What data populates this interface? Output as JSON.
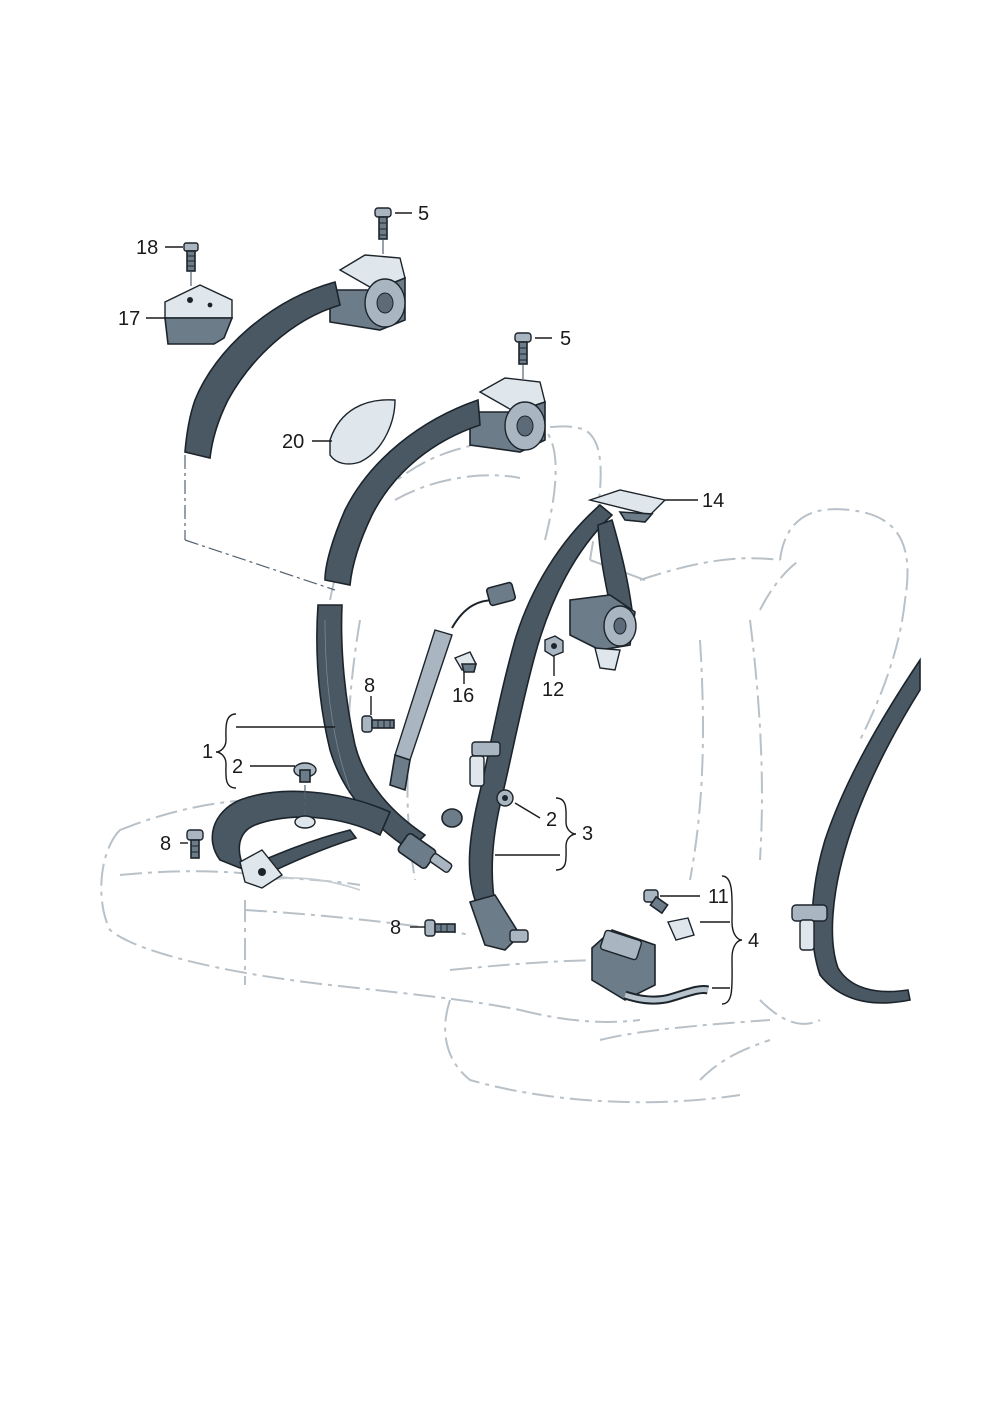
{
  "callouts": [
    {
      "id": "c18",
      "text": "18"
    },
    {
      "id": "c17",
      "text": "17"
    },
    {
      "id": "c5a",
      "text": "5"
    },
    {
      "id": "c5b",
      "text": "5"
    },
    {
      "id": "c20",
      "text": "20"
    },
    {
      "id": "c14",
      "text": "14"
    },
    {
      "id": "c8a",
      "text": "8"
    },
    {
      "id": "c16",
      "text": "16"
    },
    {
      "id": "c12",
      "text": "12"
    },
    {
      "id": "c1",
      "text": "1"
    },
    {
      "id": "c2a",
      "text": "2"
    },
    {
      "id": "c8b",
      "text": "8"
    },
    {
      "id": "c2b",
      "text": "2"
    },
    {
      "id": "c3",
      "text": "3"
    },
    {
      "id": "c8c",
      "text": "8"
    },
    {
      "id": "c11",
      "text": "11"
    },
    {
      "id": "c4",
      "text": "4"
    }
  ],
  "colors": {
    "belt": "#4a5864",
    "outline": "#1c242b",
    "seat_ghost": "#b9c1c8",
    "label": "#1a1a1a"
  }
}
